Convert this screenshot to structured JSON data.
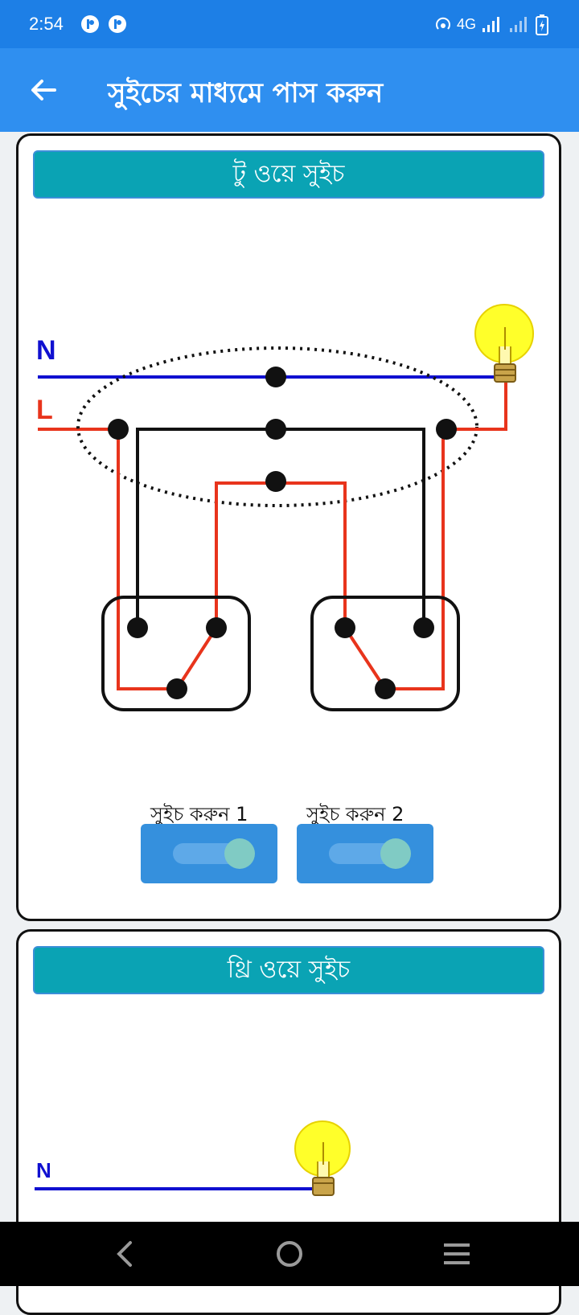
{
  "status_bar": {
    "time": "2:54",
    "network": "4G",
    "icons": [
      "notification-app-icon",
      "notification-app-icon",
      "hotspot-icon",
      "signal-icon",
      "signal-weak-icon",
      "battery-charging-icon"
    ]
  },
  "app_bar": {
    "title": "সুইচের মাধ্যমে পাস করুন",
    "back_icon": "arrow-left-icon"
  },
  "cards": [
    {
      "header": "টু ওয়ে সুইচ",
      "diagram_labels": {
        "neutral": "N",
        "live": "L"
      },
      "switches": [
        {
          "label": "সুইচ করুন 1",
          "on": true
        },
        {
          "label": "সুইচ করুন 2",
          "on": true
        }
      ]
    },
    {
      "header": "থ্রি ওয়ে সুইচ",
      "diagram_labels": {
        "neutral": "N"
      }
    }
  ],
  "colors": {
    "status_bar": "#1d7fe6",
    "app_bar": "#2f8ff0",
    "card_header": "#0aa3b4",
    "neutral_wire": "#1010d0",
    "live_wire": "#e8341c",
    "bulb": "#ffff2a",
    "toggle_box": "#3590dd",
    "toggle_thumb": "#80cbc4"
  },
  "nav_bar": {
    "icons": [
      "back-nav-icon",
      "home-nav-icon",
      "menu-nav-icon"
    ]
  }
}
